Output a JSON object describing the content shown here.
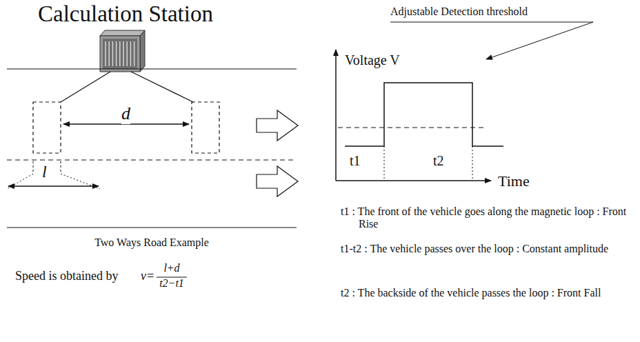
{
  "diagram": {
    "title": "Calculation Station",
    "labels": [
      "d",
      "l",
      "Two Ways Road Example",
      "Speed is obtained by",
      "v=",
      "l+d",
      "t2−t1",
      "Adjustable Detection threshold",
      "Voltage V",
      "Time",
      "t1",
      "t2",
      "t1 : The front of the vehicle goes along the magnetic loop : Front Rise",
      "t1-t2 : The vehicle passes over the loop : Constant amplitude",
      "t2 : The backside of the vehicle passes the loop : Front Fall"
    ]
  }
}
